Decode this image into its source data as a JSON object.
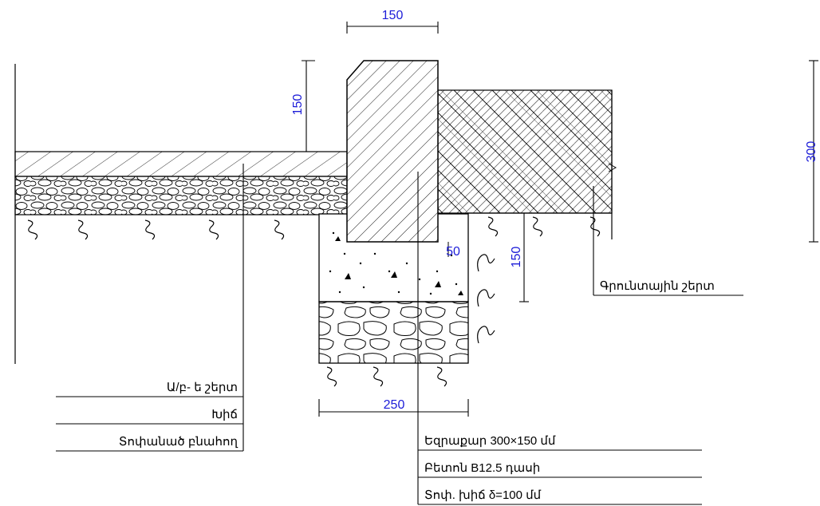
{
  "colors": {
    "line": "#000000",
    "dimension_text": "#1d1dd8",
    "background": "#ffffff"
  },
  "dimensions": {
    "curb_width": "150",
    "curb_height_above_pavement": "150",
    "footing_width": "250",
    "curb_embed_in_concrete": "50",
    "concrete_depth_below_soil": "150",
    "total_height": "300"
  },
  "labels_left": {
    "asphalt_layer": "Ա/բ- ե շերտ",
    "gravel_layer": "Խիճ",
    "compacted_soil": "Տոփանած բնահող"
  },
  "labels_right": {
    "soil_layer": "Գրունտային շերտ",
    "curb_stone": "Եզրաքար 300×150 մմ",
    "concrete_class": "Բետոն B12.5 դասի",
    "compacted_gravel": "Տոփ. խիճ δ=100 մմ"
  }
}
